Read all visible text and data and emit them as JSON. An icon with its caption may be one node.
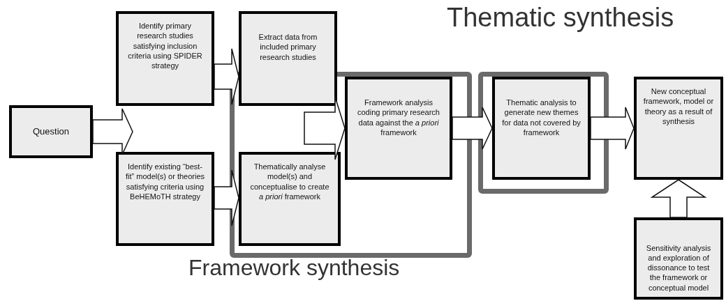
{
  "diagram": {
    "nodes": [
      {
        "text": [
          "Question"
        ]
      },
      {
        "text": [
          "Identify primary research studies satisfying inclusion criteria using SPIDER strategy"
        ]
      },
      {
        "text": [
          "Identify existing “best-fit” model(s) or theories satisfying criteria using BeHEMoTH strategy"
        ]
      },
      {
        "text": [
          "Extract data from included primary research studies"
        ]
      },
      {
        "text": [
          "Framework synthesis"
        ]
      },
      {
        "text": [
          "Thematically analyse model(s) and conceptualise to create *a priori* framework"
        ],
        "in": 4
      },
      {
        "text": [
          "Framework analysis coding primary research data against the *a priori* framework"
        ],
        "in": 4
      },
      {
        "text": [
          "Thematic synthesis"
        ]
      },
      {
        "text": [
          "Thematic analysis to generate new themes for data not covered by framework"
        ],
        "in": 7
      },
      {
        "text": [
          "New conceptual framework, model or theory as a result of synthesis"
        ]
      },
      {
        "text": [
          "Sensitivity analysis and exploration of dissonance to test the framework or conceptual model"
        ]
      }
    ],
    "edges": [
      {
        "from": 0,
        "to": 1,
        "arrow": "to"
      },
      {
        "from": 0,
        "to": 2,
        "arrow": "to"
      },
      {
        "from": 1,
        "to": 3,
        "arrow": "to"
      },
      {
        "from": 2,
        "to": 5,
        "arrow": "to"
      },
      {
        "from": 3,
        "to": 6,
        "arrow": "to"
      },
      {
        "from": 5,
        "to": 6,
        "arrow": "to"
      },
      {
        "from": 6,
        "to": 8,
        "arrow": "to"
      },
      {
        "from": 8,
        "to": 9,
        "arrow": "to"
      },
      {
        "from": 10,
        "to": 9,
        "arrow": "to"
      }
    ]
  }
}
